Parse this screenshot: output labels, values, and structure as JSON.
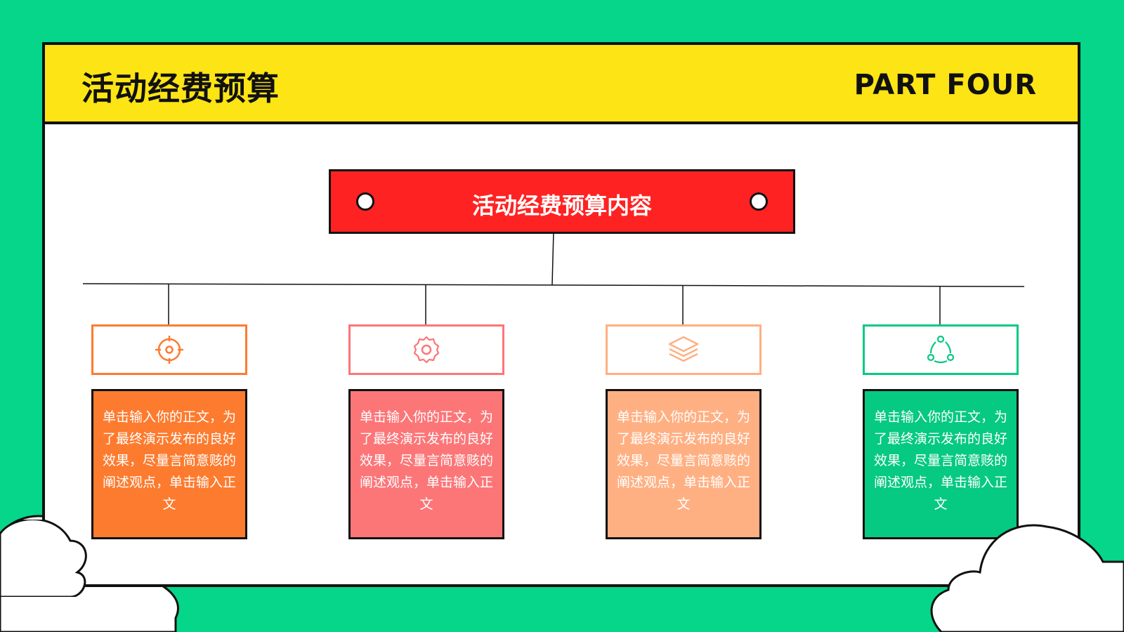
{
  "header": {
    "title": "活动经费预算",
    "part": "PART FOUR"
  },
  "banner": {
    "label": "活动经费预算内容"
  },
  "cards": [
    {
      "icon": "target-icon",
      "color": "#fd7b2f",
      "text": "单击输入你的正文，为了最终演示发布的良好效果，尽量言简意赅的阐述观点，单击输入正文"
    },
    {
      "icon": "gear-icon",
      "color": "#fc7678",
      "text": "单击输入你的正文，为了最终演示发布的良好效果，尽量言简意赅的阐述观点，单击输入正文"
    },
    {
      "icon": "layers-icon",
      "color": "#ffb083",
      "text": "单击输入你的正文，为了最终演示发布的良好效果，尽量言简意赅的阐述观点，单击输入正文"
    },
    {
      "icon": "cycle-icon",
      "color": "#06c982",
      "text": "单击输入你的正文，为了最终演示发布的良好效果，尽量言简意赅的阐述观点，单击输入正文"
    }
  ],
  "colors": {
    "background": "#06d68a",
    "header": "#fde415",
    "banner": "#ff2222"
  }
}
